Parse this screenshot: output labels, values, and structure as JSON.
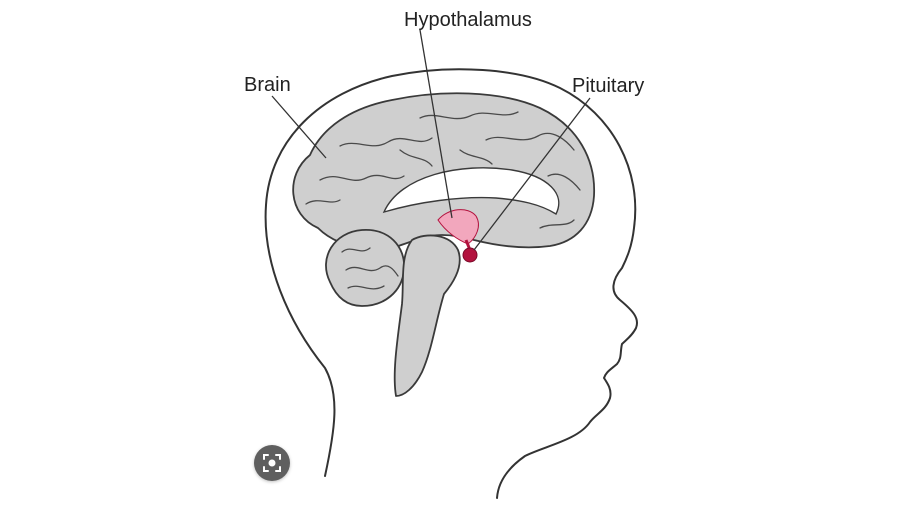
{
  "diagram": {
    "labels": {
      "hypothalamus": "Hypothalamus",
      "brain": "Brain",
      "pituitary": "Pituitary"
    },
    "colors": {
      "brain": "#cfcfcf",
      "hypothalamus": "#f2a7bd",
      "pituitary": "#b3123e",
      "outline": "#333333"
    }
  },
  "overlay": {
    "visual_search_icon": "lens-icon"
  }
}
